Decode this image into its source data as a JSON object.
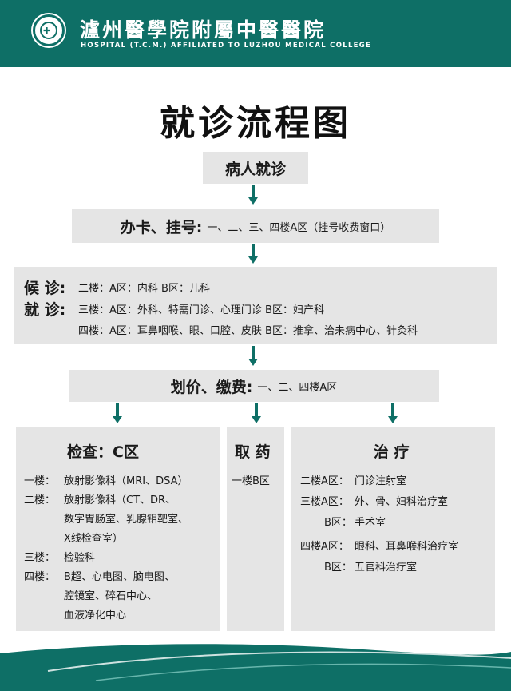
{
  "header": {
    "name_cn": "瀘州醫學院附屬中醫醫院",
    "name_en": "HOSPITAL (T.C.M.) AFFILIATED TO LUZHOU MEDICAL COLLEGE"
  },
  "title": "就诊流程图",
  "step1": {
    "label": "病人就诊"
  },
  "step2": {
    "label": "办卡、挂号:",
    "detail": "一、二、三、四楼A区（挂号收费窗口）"
  },
  "step3": {
    "label_a": "候 诊:",
    "label_b": "就 诊:",
    "lines": [
      "二楼：A区：内科 B区：儿科",
      "三楼：A区：外科、特需门诊、心理门诊 B区：妇产科",
      "四楼：A区：耳鼻咽喉、眼、口腔、皮肤 B区：推拿、治未病中心、针灸科"
    ]
  },
  "step4": {
    "label": "划价、缴费:",
    "detail": "一、二、四楼A区"
  },
  "exam": {
    "title": "检查：C区",
    "items": [
      {
        "floor": "一楼：",
        "text": "放射影像科（MRI、DSA）"
      },
      {
        "floor": "二楼：",
        "text": "放射影像科（CT、DR、"
      },
      {
        "floor": "",
        "text": "数字胃肠室、乳腺钼靶室、"
      },
      {
        "floor": "",
        "text": "X线检查室）"
      },
      {
        "floor": "三楼：",
        "text": "检验科"
      },
      {
        "floor": "四楼：",
        "text": "B超、心电图、脑电图、"
      },
      {
        "floor": "",
        "text": "腔镜室、碎石中心、"
      },
      {
        "floor": "",
        "text": "血液净化中心"
      }
    ]
  },
  "pharmacy": {
    "title": "取 药",
    "location": "一楼B区"
  },
  "treatment": {
    "title": "治 疗",
    "items": [
      {
        "floor": "二楼A区：",
        "text": "门诊注射室"
      },
      {
        "floor": "三楼A区：",
        "text": "外、骨、妇科治疗室"
      },
      {
        "floor": "B区：",
        "text": "手术室"
      },
      {
        "floor": "四楼A区：",
        "text": "眼科、耳鼻喉科治疗室"
      },
      {
        "floor": "B区：",
        "text": "五官科治疗室"
      }
    ]
  },
  "colors": {
    "brand": "#0e6f66",
    "box": "#e5e5e5"
  }
}
